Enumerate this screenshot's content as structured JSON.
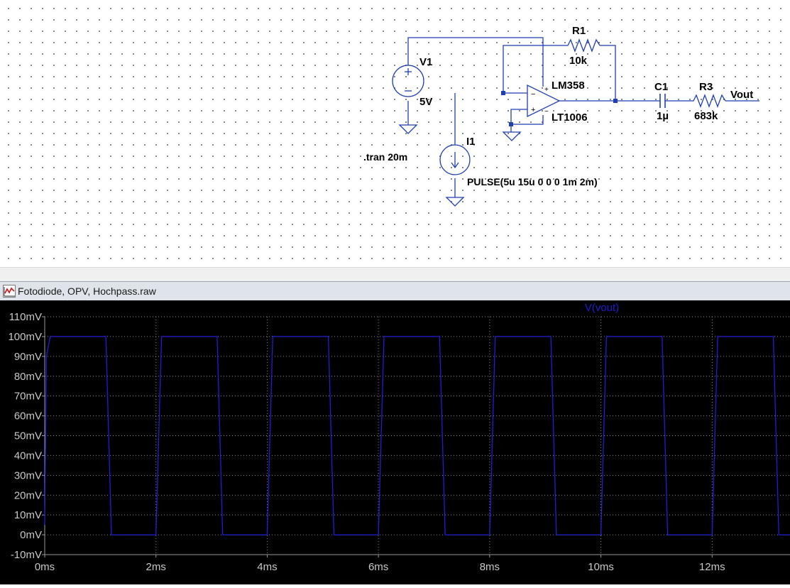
{
  "schematic": {
    "v1": {
      "name": "V1",
      "value": "5V"
    },
    "r1": {
      "name": "R1",
      "value": "10k"
    },
    "opamp": {
      "model": "LM358",
      "part": "LT1006"
    },
    "c1": {
      "name": "C1",
      "value": "1µ"
    },
    "r3": {
      "name": "R3",
      "value": "683k"
    },
    "i1": {
      "name": "I1",
      "value": "PULSE(5u 15u 0 0 0 1m 2m)"
    },
    "net_out": "Vout",
    "directive": ".tran 20m"
  },
  "plot_window": {
    "title": "Fotodiode, OPV, Hochpass.raw",
    "icon": "waveform-icon"
  },
  "chart_data": {
    "type": "line",
    "title": "",
    "xlabel": "",
    "ylabel": "",
    "xlim": [
      0,
      13.4
    ],
    "ylim": [
      -10,
      110
    ],
    "x_ticks": [
      "0ms",
      "2ms",
      "4ms",
      "6ms",
      "8ms",
      "10ms",
      "12ms"
    ],
    "y_ticks": [
      "-10mV",
      "0mV",
      "10mV",
      "20mV",
      "30mV",
      "40mV",
      "50mV",
      "60mV",
      "70mV",
      "80mV",
      "90mV",
      "100mV",
      "110mV"
    ],
    "grid": true,
    "background": "#000000",
    "series": [
      {
        "name": "V(vout)",
        "color": "#1f1fd6",
        "x": [
          0,
          0.03,
          0.1,
          1.1,
          1.2,
          2.0,
          2.1,
          3.1,
          3.2,
          4.0,
          4.1,
          5.1,
          5.2,
          6.0,
          6.1,
          7.1,
          7.2,
          8.0,
          8.1,
          9.1,
          9.2,
          10.0,
          10.1,
          11.1,
          11.2,
          12.0,
          12.1,
          13.1,
          13.2,
          13.4
        ],
        "y": [
          5,
          90,
          100,
          100,
          0,
          0,
          100,
          100,
          0,
          0,
          100,
          100,
          0,
          0,
          100,
          100,
          0,
          0,
          100,
          100,
          0,
          0,
          100,
          100,
          0,
          0,
          100,
          100,
          0,
          0
        ]
      }
    ]
  }
}
